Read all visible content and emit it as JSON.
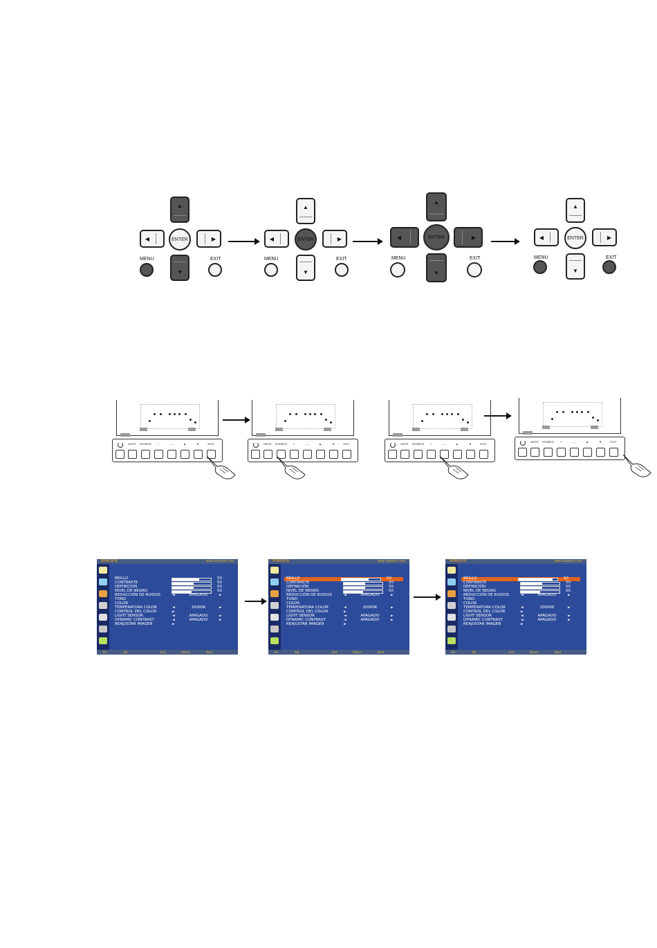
{
  "keypad": {
    "enter_label": "ENTER",
    "menu_label": "MENU",
    "exit_label": "EXIT",
    "up_glyph": "▲",
    "down_glyph": "▼",
    "left_glyph": "◀",
    "right_glyph": "▶"
  },
  "monitor": {
    "keys": [
      "MUTE",
      "SOURCE",
      "+",
      "—",
      "▲",
      "▼",
      "EXIT"
    ]
  },
  "osd": {
    "title": "IMAGEN",
    "url": "www.viewsonic.com",
    "rows": [
      {
        "label": "BRILLO",
        "value": "50",
        "level": 0.7
      },
      {
        "label": "CONTRASTE",
        "value": "50",
        "level": 0.55
      },
      {
        "label": "DEFINICIÓN",
        "value": "50",
        "level": 0.55
      },
      {
        "label": "NIVEL DE NEGRO",
        "value": "50",
        "level": 0.5
      }
    ],
    "option_rows": [
      {
        "label": "REDUCCIÓN DE RUIDOS",
        "value": "APAGADO"
      },
      {
        "label": "TONO",
        "value": ""
      },
      {
        "label": "COLOR",
        "value": ""
      },
      {
        "label": "TEMPERATURA COLOR",
        "value": "10000K"
      },
      {
        "label": "CONTROL DEL COLOR",
        "value": ""
      },
      {
        "label": "LIGHT SENSOR",
        "value": "APAGADO"
      },
      {
        "label": "DYNAMIC CONTRAST",
        "value": "APAGADO"
      },
      {
        "label": "REAJUSTAR IMAGEN",
        "value": ""
      }
    ],
    "footer": [
      "Sel",
      "Adj",
      "Exit",
      "Return",
      "Next"
    ],
    "screen3_brillo_level": 0.88
  }
}
